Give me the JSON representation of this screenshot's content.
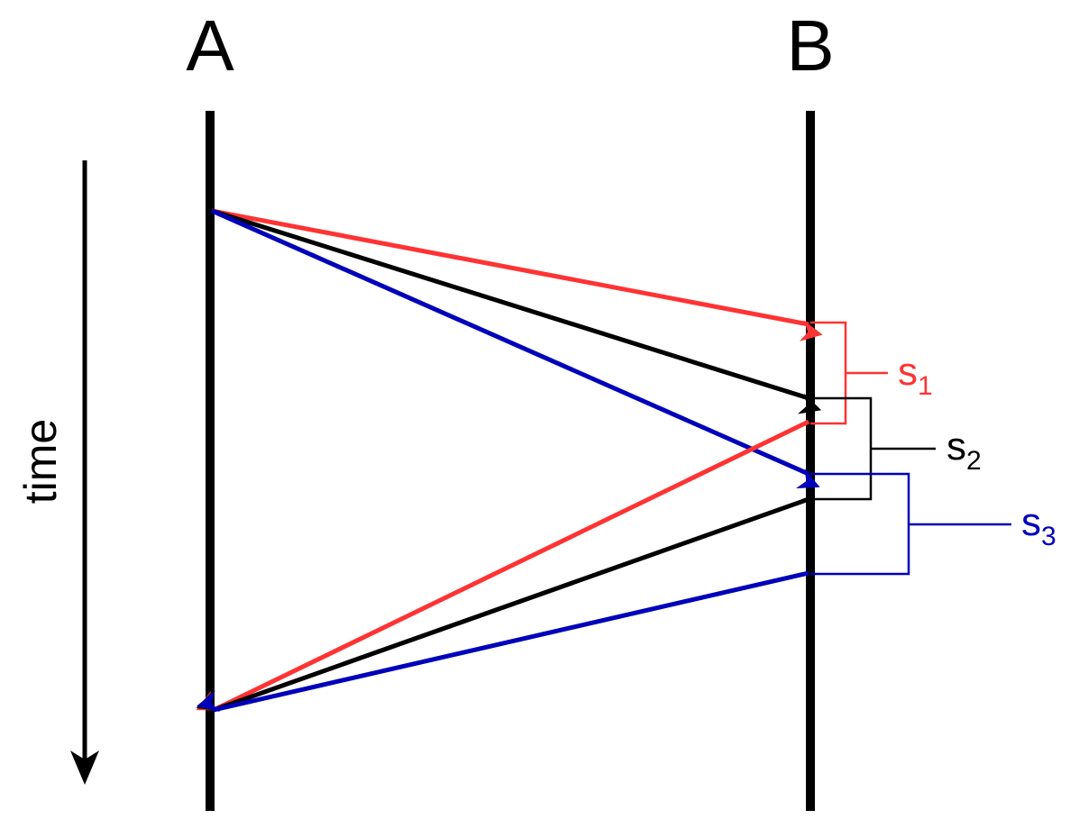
{
  "parties": {
    "a": {
      "label": "A"
    },
    "b": {
      "label": "B"
    }
  },
  "time_axis": {
    "label": "time"
  },
  "spans": [
    {
      "id": "s1",
      "letter": "s",
      "subscript": "1",
      "color": "#ff3333"
    },
    {
      "id": "s2",
      "letter": "s",
      "subscript": "2",
      "color": "#000000"
    },
    {
      "id": "s3",
      "letter": "s",
      "subscript": "3",
      "color": "#0000bb"
    }
  ]
}
